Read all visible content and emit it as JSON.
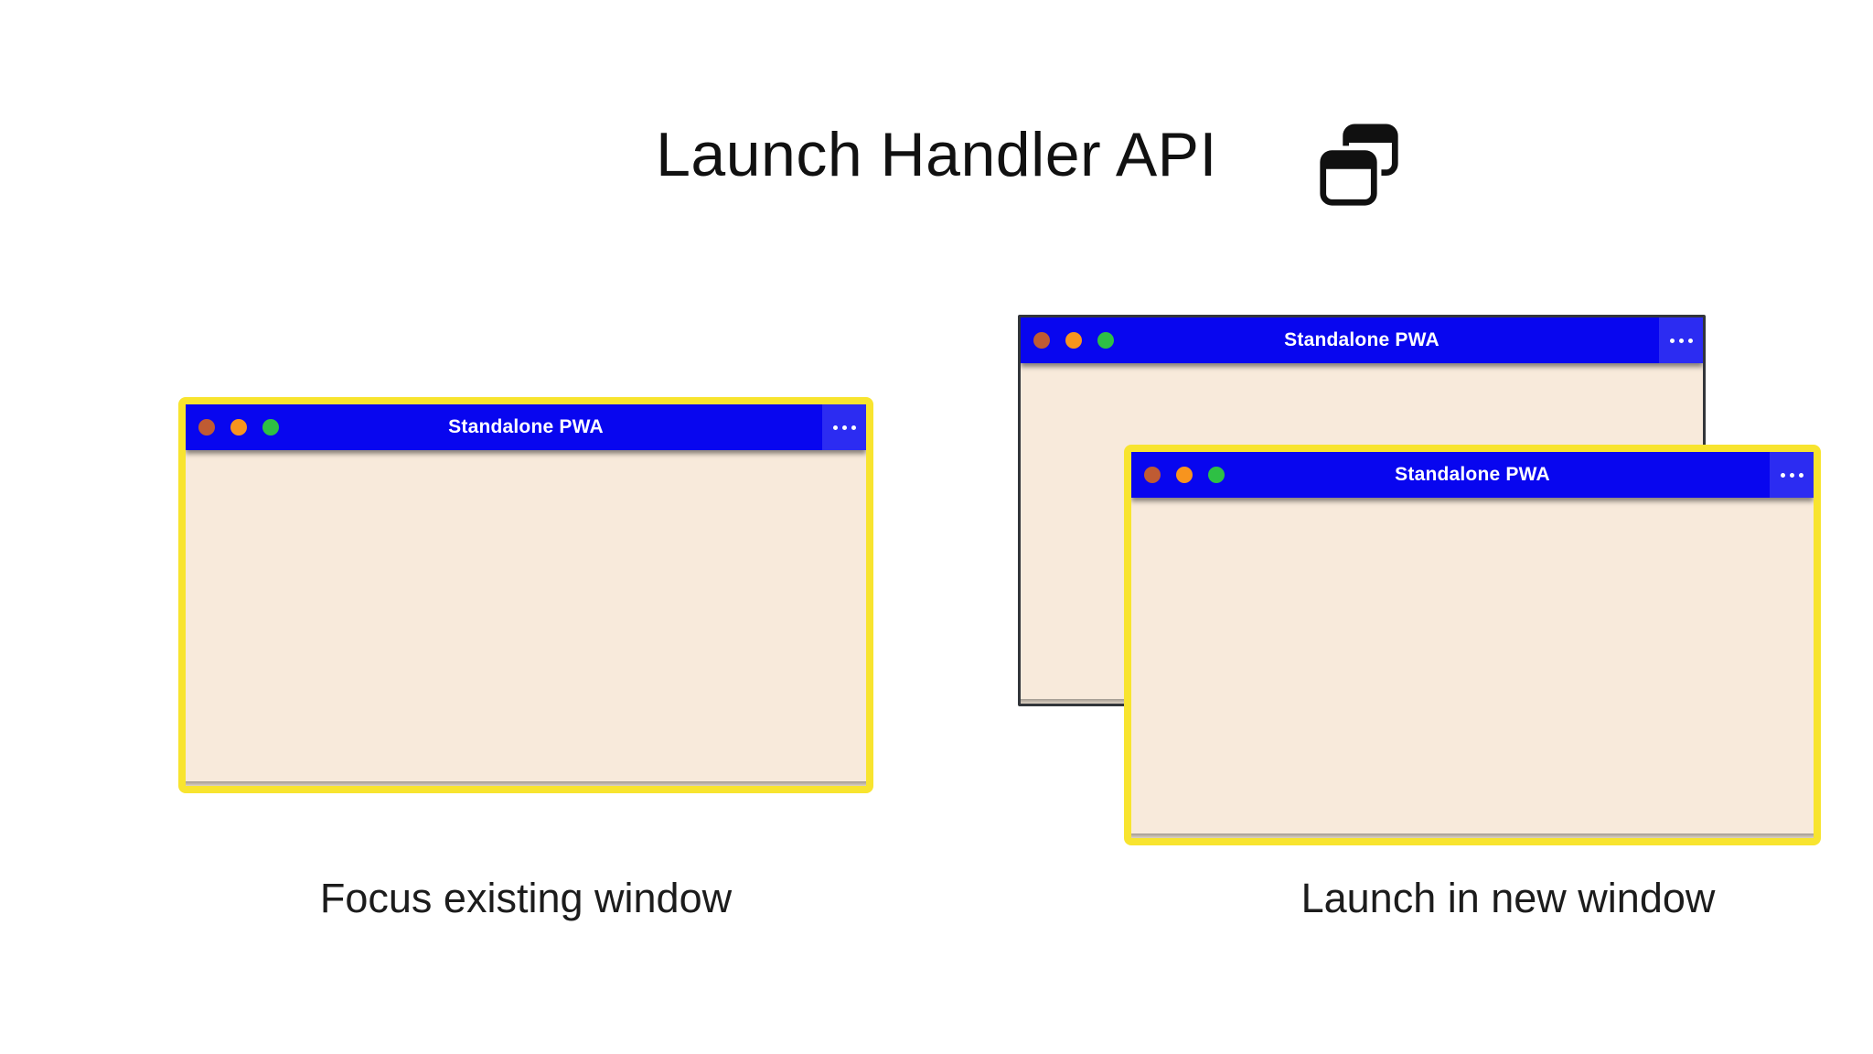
{
  "page": {
    "background": "#ffffff",
    "title": "Launch Handler API",
    "title_icon": "overlapping-windows-icon"
  },
  "colors": {
    "page_bg": "#ffffff",
    "title_text": "#111111",
    "caption_text": "#1c1c1c",
    "titlebar_blue": "#0806ef",
    "menu_blue": "#2c2cf2",
    "titlebar_text": "#ffffff",
    "window_body": "#f8eadb",
    "highlight_yellow": "#f8e42f",
    "plain_border": "#32353a",
    "traffic_red": "#bf5b33",
    "traffic_orange": "#f7941e",
    "traffic_green": "#2ec044"
  },
  "left_figure": {
    "caption": "Focus existing window",
    "window": {
      "title": "Standalone PWA",
      "state": "focused-highlighted"
    }
  },
  "right_figure": {
    "caption": "Launch in new window",
    "back_window": {
      "title": "Standalone PWA",
      "state": "existing"
    },
    "front_window": {
      "title": "Standalone PWA",
      "state": "new-highlighted"
    }
  }
}
